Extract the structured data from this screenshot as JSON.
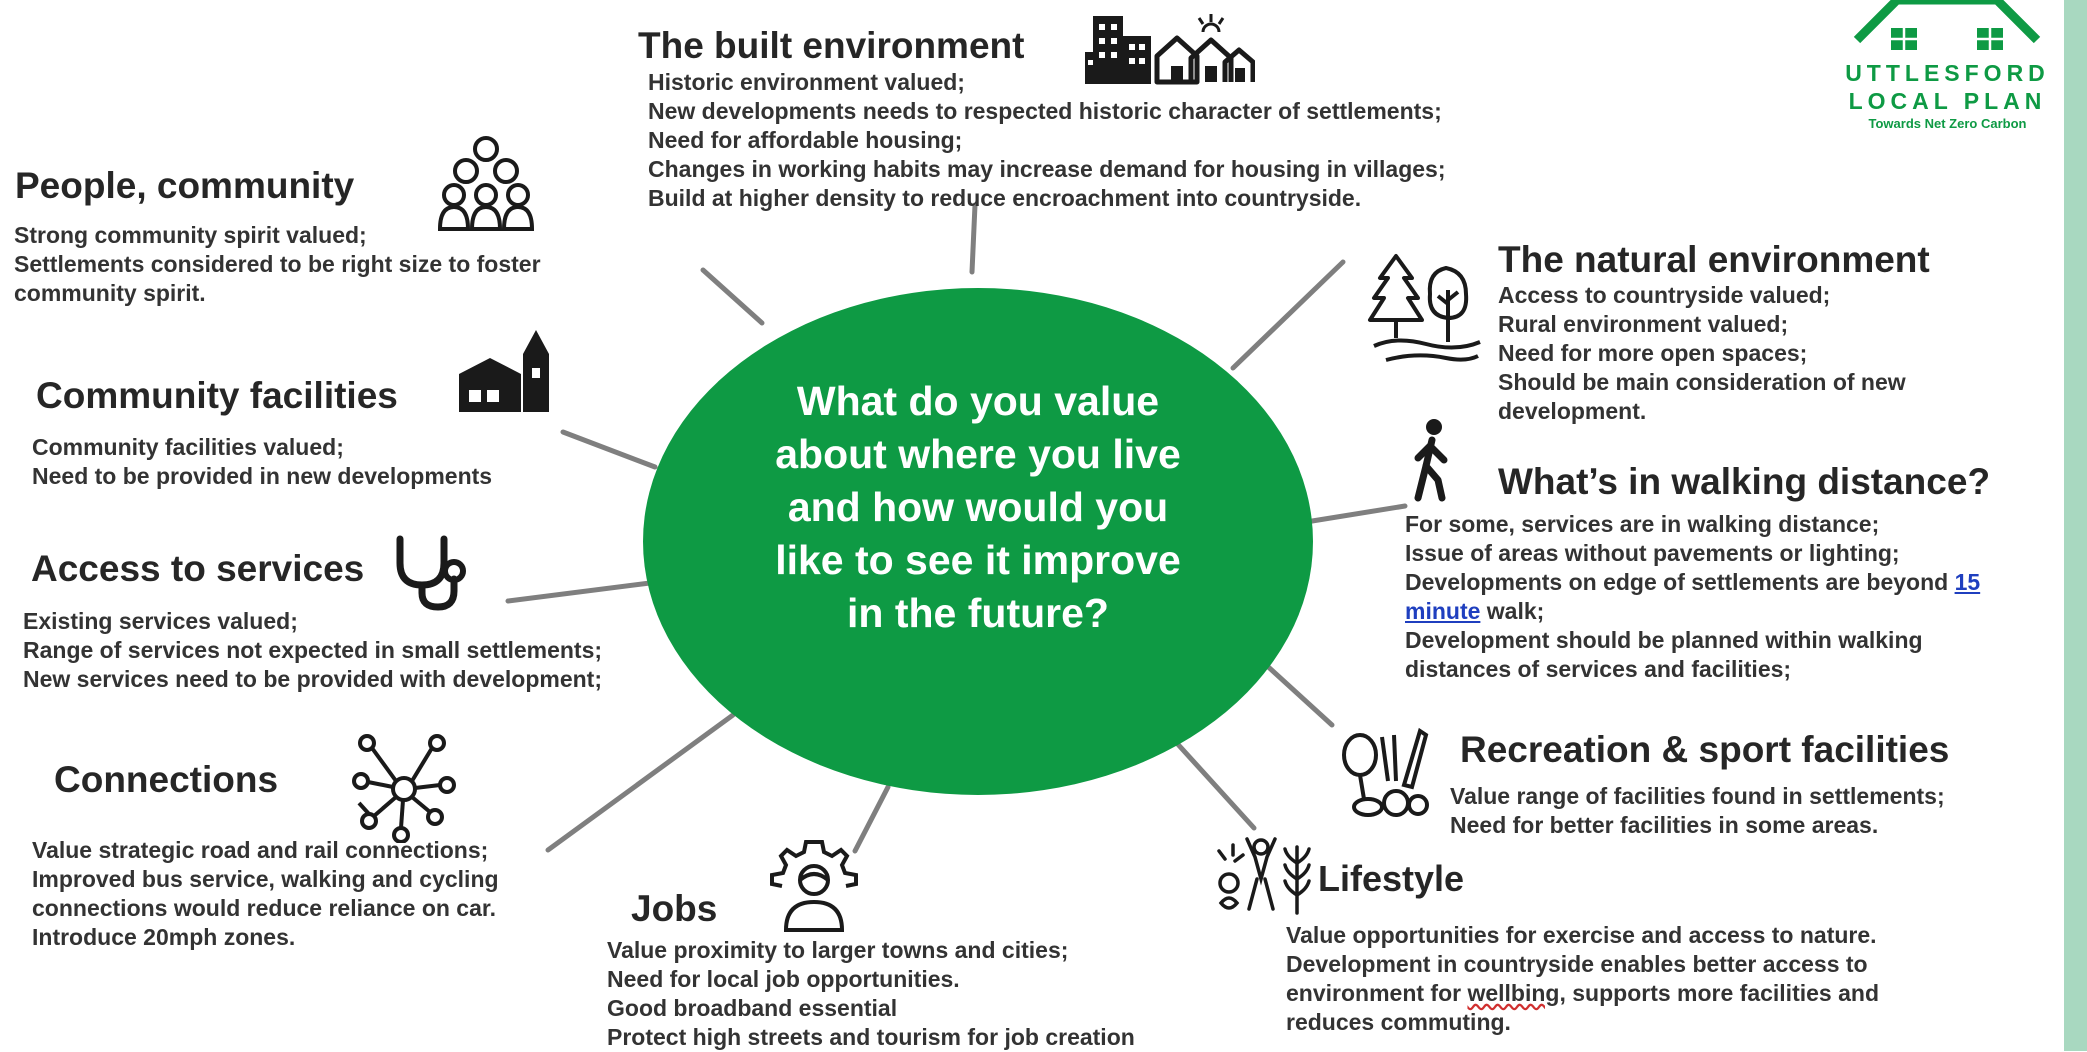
{
  "center": {
    "lines": [
      "What do you value",
      "about where you live",
      "and how would you",
      "like to see it improve",
      "in the future?"
    ],
    "color": "#0e9a44"
  },
  "logo": {
    "line1": "UTTLESFORD",
    "line2": "LOCAL PLAN",
    "line3": "Towards Net Zero Carbon",
    "icon": "house-roof-icon"
  },
  "sections": {
    "built": {
      "title": "The built environment",
      "icon": "buildings-houses-icon",
      "items": [
        "Historic environment valued;",
        "New developments needs to respected historic character of settlements;",
        "Need for affordable housing;",
        "Changes in working habits may increase demand for housing in villages;",
        "Build at higher density to reduce encroachment into countryside."
      ]
    },
    "people": {
      "title": "People, community",
      "icon": "people-group-icon",
      "items": [
        "Strong community spirit valued;",
        "Settlements considered to be right size to foster",
        "community spirit."
      ]
    },
    "facilities": {
      "title": "Community facilities",
      "icon": "church-building-icon",
      "items": [
        "Community facilities valued;",
        "Need to be provided in new developments"
      ]
    },
    "services": {
      "title": "Access to services",
      "icon": "stethoscope-icon",
      "items": [
        "Existing services valued;",
        "Range of services not expected in small settlements;",
        "New services need to be provided with development;"
      ]
    },
    "connections": {
      "title": "Connections",
      "icon": "network-nodes-icon",
      "items": [
        "Value strategic road and rail connections;",
        "Improved bus service, walking and cycling",
        "connections would reduce reliance on car.",
        "Introduce 20mph zones."
      ]
    },
    "jobs": {
      "title": "Jobs",
      "icon": "worker-gear-icon",
      "items": [
        "Value proximity to larger towns and cities;",
        "Need for local job opportunities.",
        "Good broadband essential",
        "Protect high streets and tourism for job creation"
      ]
    },
    "natural": {
      "title": "The natural environment",
      "icon": "trees-landscape-icon",
      "items": [
        "Access to countryside valued;",
        "Rural environment valued;",
        "Need for more open spaces;",
        "Should be main consideration of new",
        "development."
      ]
    },
    "walking": {
      "title": "What’s in walking distance?",
      "icon": "walking-person-icon",
      "line1": "For some, services are in walking distance;",
      "line2": "Issue of areas without pavements or lighting;",
      "line3_pre": "Developments on edge of settlements are beyond ",
      "line3_link": "15",
      "line4_link": "minute",
      "line4_post": " walk;",
      "line5": "Development should be planned within walking",
      "line6": "distances of services and facilities;"
    },
    "recreation": {
      "title": "Recreation & sport facilities",
      "icon": "sports-equipment-icon",
      "items": [
        "Value range of facilities found in settlements;",
        "Need for better facilities in some areas."
      ]
    },
    "lifestyle": {
      "title": "Lifestyle",
      "icon": "active-lifestyle-icon",
      "line1": "Value opportunities for exercise and access to nature.",
      "line2": "Development in countryside enables better access to",
      "line3_pre": "environment for ",
      "line3_wavy": "wellbing",
      "line3_post": ", supports more facilities and",
      "line4": "reduces commuting."
    }
  }
}
